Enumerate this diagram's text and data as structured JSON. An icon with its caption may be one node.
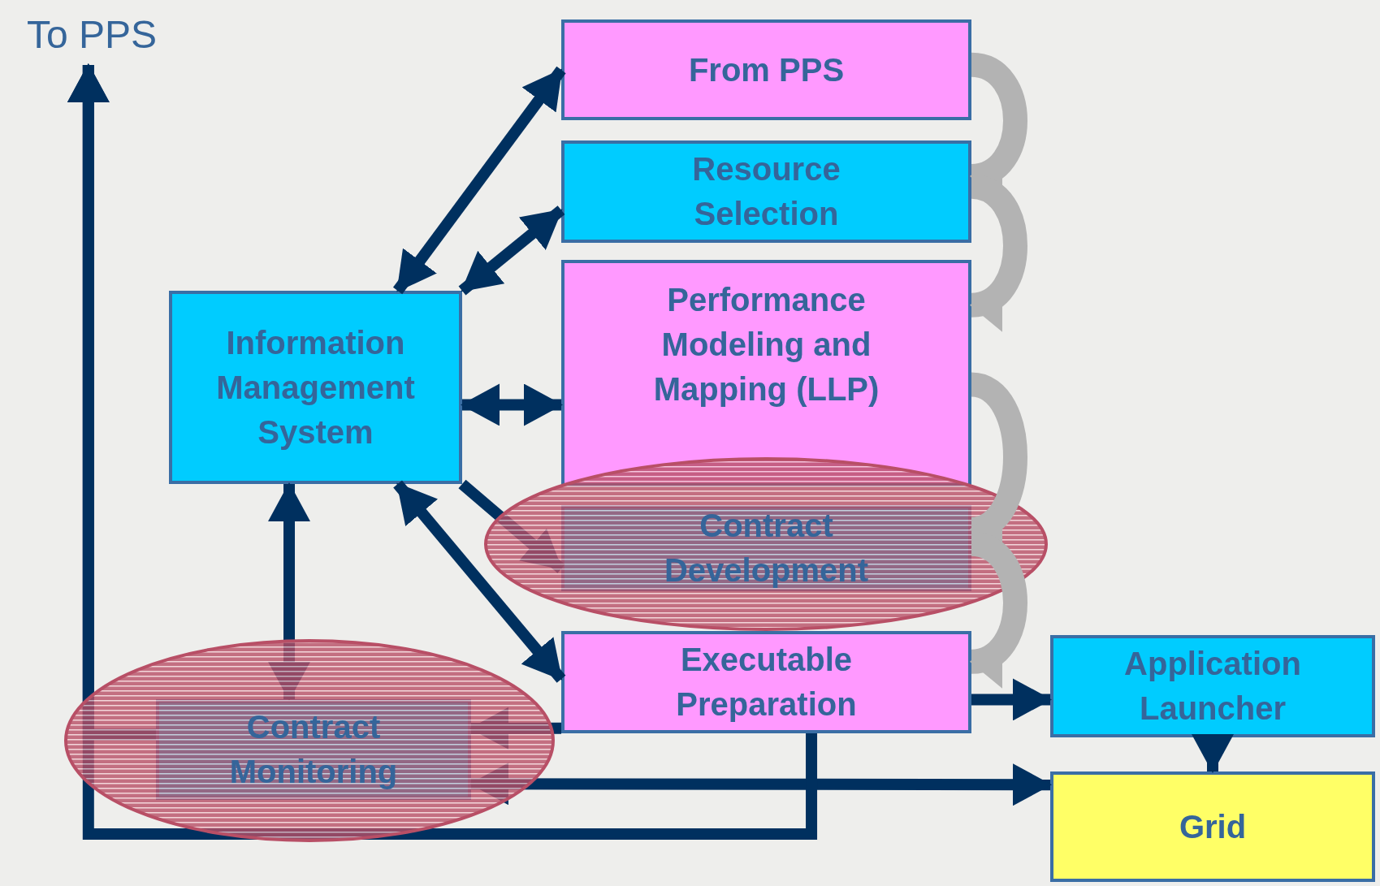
{
  "diagram": {
    "nodes": [
      {
        "text": [
          "To PPS"
        ]
      },
      {
        "text": [
          "From PPS"
        ]
      },
      {
        "text": [
          "Resource Selection"
        ]
      },
      {
        "text": [
          "Performance Modeling and Mapping (LLP)"
        ]
      },
      {
        "text": [
          "Contract Development"
        ]
      },
      {
        "text": [
          "Information Management System"
        ]
      },
      {
        "text": [
          "Contract Monitoring"
        ]
      },
      {
        "text": [
          "Executable Preparation"
        ]
      },
      {
        "text": [
          "Application Launcher"
        ]
      },
      {
        "text": [
          "Grid"
        ]
      }
    ],
    "edges": [
      {
        "from": 5,
        "to": 1,
        "arrow": "both"
      },
      {
        "from": 5,
        "to": 2,
        "arrow": "both"
      },
      {
        "from": 5,
        "to": 3,
        "arrow": "both"
      },
      {
        "from": 5,
        "to": 4,
        "arrow": "to"
      },
      {
        "from": 5,
        "to": 7,
        "arrow": "both"
      },
      {
        "from": 5,
        "to": 6,
        "arrow": "both"
      },
      {
        "from": 7,
        "to": 6,
        "arrow": "to"
      },
      {
        "from": 6,
        "to": 9,
        "arrow": "both"
      },
      {
        "from": 7,
        "to": 8,
        "arrow": "to"
      },
      {
        "from": 8,
        "to": 9,
        "arrow": "to"
      },
      {
        "from": 7,
        "to": 0,
        "arrow": "to"
      },
      {
        "from": 6,
        "to": 0,
        "arrow": "to"
      },
      {
        "from": 1,
        "to": 2,
        "arrow": "to",
        "style": "thick",
        "color": "#b3b3b3"
      },
      {
        "from": 2,
        "to": 3,
        "arrow": "to",
        "style": "thick",
        "color": "#b3b3b3"
      },
      {
        "from": 3,
        "to": 4,
        "arrow": "to",
        "style": "thick",
        "color": "#b3b3b3"
      },
      {
        "from": 4,
        "to": 7,
        "arrow": "to",
        "style": "thick",
        "color": "#b3b3b3"
      }
    ]
  }
}
